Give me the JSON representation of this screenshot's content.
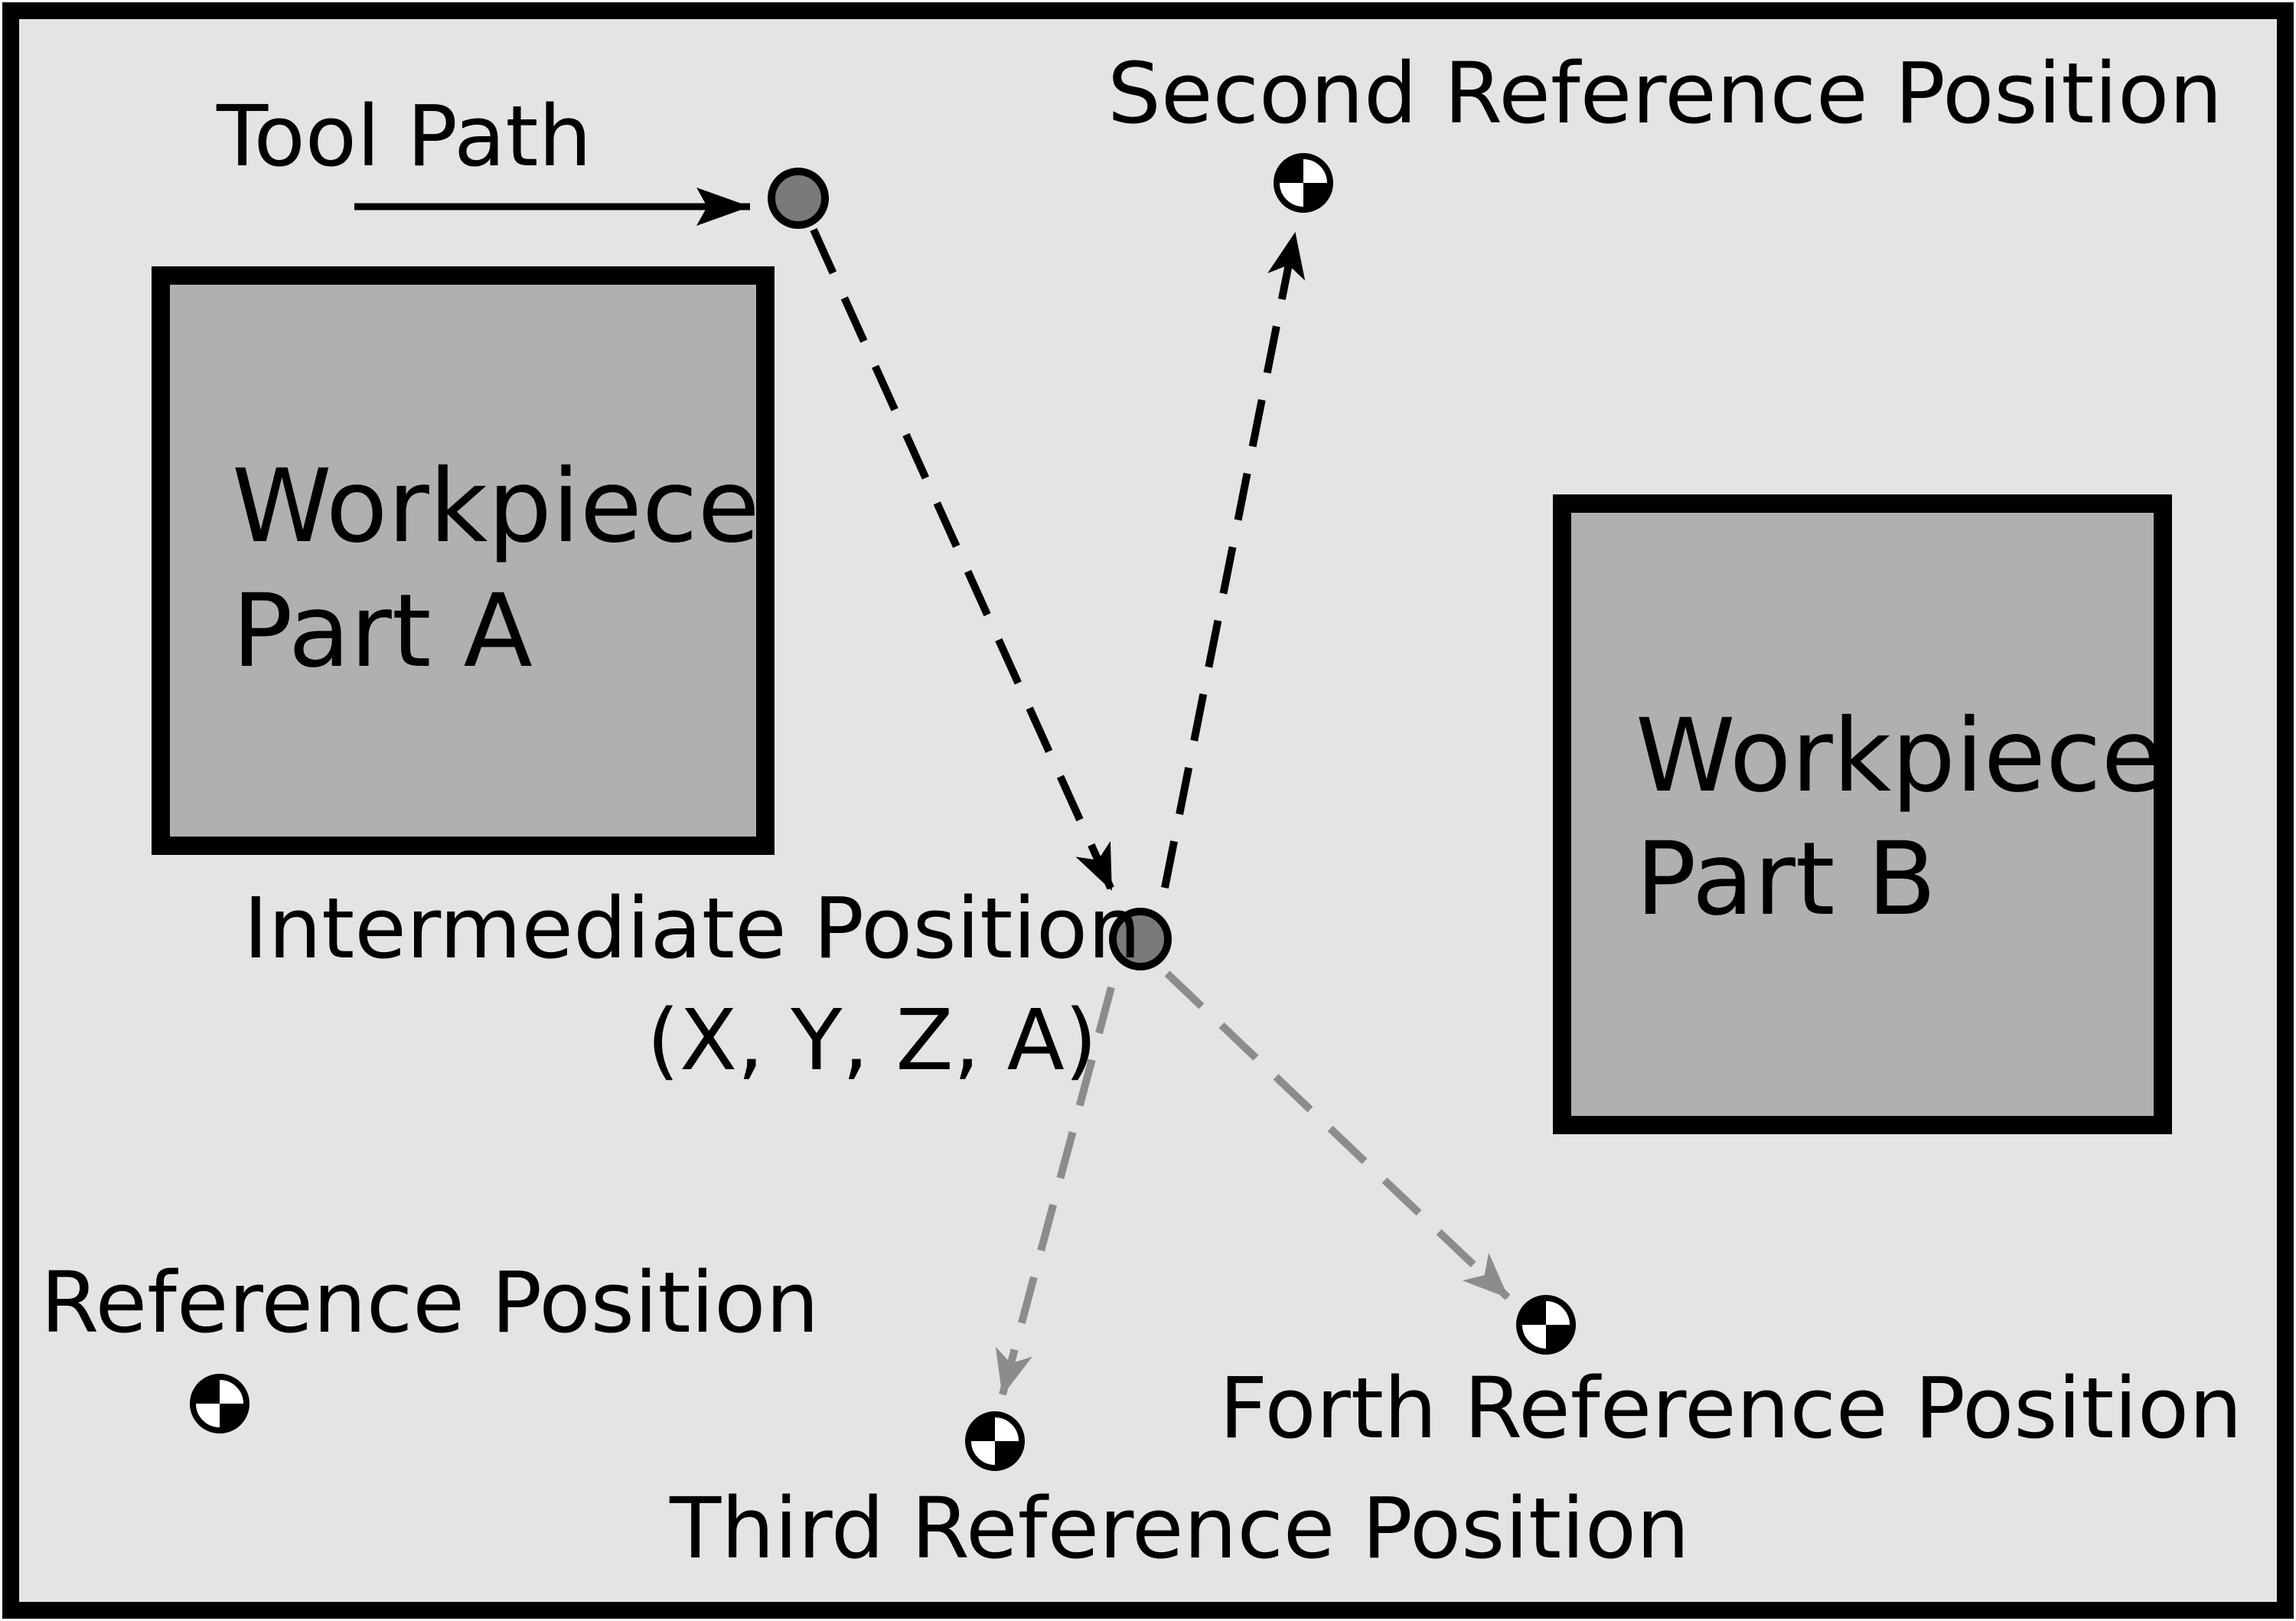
{
  "labels": {
    "tool_path": "Tool Path",
    "second_reference": "Second Reference Position",
    "workpiece_a": [
      "Workpiece",
      "Part A"
    ],
    "workpiece_b": [
      "Workpiece",
      "Part B"
    ],
    "intermediate": [
      "Intermediate Position",
      "(X, Y, Z, A)"
    ],
    "reference": "Reference Position",
    "third_reference": "Third Reference Position",
    "forth_reference": "Forth Reference Position"
  },
  "colors": {
    "background": "#e4e4e4",
    "border": "#000000",
    "workpiece_fill": "#b0b0b0",
    "tool_point_fill": "#7a7a7a",
    "primary_path": "#000000",
    "secondary_path": "#8c8c8c"
  },
  "icons": {
    "reference_marker": "quartered-circle-datum-icon",
    "tool_point": "filled-circle-icon"
  }
}
